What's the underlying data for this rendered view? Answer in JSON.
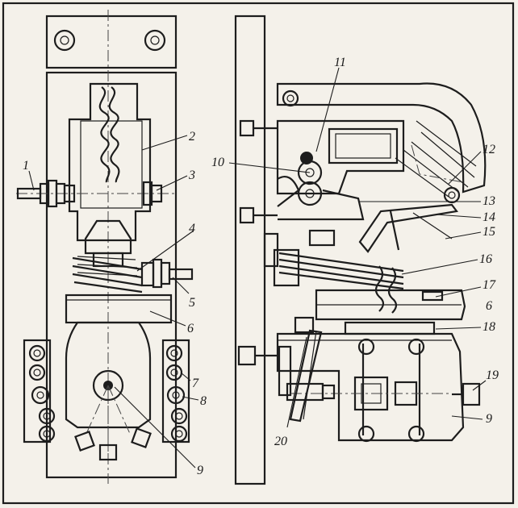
{
  "figure": {
    "labels": [
      "1",
      "2",
      "3",
      "4",
      "5",
      "6",
      "7",
      "8",
      "9",
      "10",
      "11",
      "12",
      "13",
      "14",
      "15",
      "16",
      "17",
      "6",
      "18",
      "19",
      "9",
      "20"
    ]
  }
}
